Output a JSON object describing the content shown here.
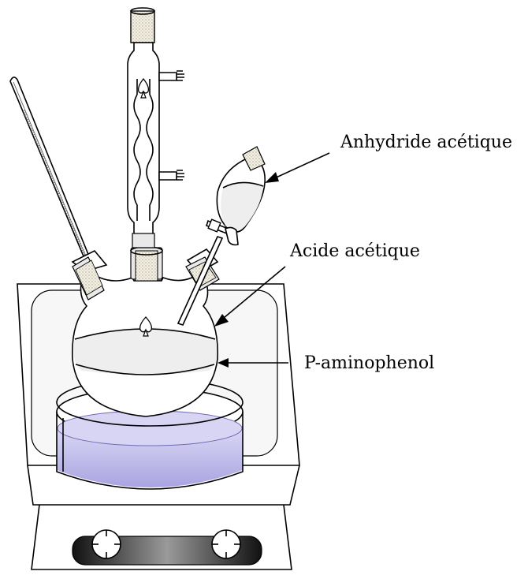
{
  "labels": {
    "anhydride": "Anhydride acétique",
    "acide": "Acide acétique",
    "aminophenol": "P-aminophenol"
  },
  "colors": {
    "liquid": "#c9c6ee",
    "liquid_dark": "#9f9ad8",
    "flask_content": "#ececec",
    "hotplate_knob_bar": "#3a3a3a",
    "cork": "#f2ede0"
  },
  "icons": {
    "flask_mark": "spade",
    "condenser_mark": "spade"
  }
}
